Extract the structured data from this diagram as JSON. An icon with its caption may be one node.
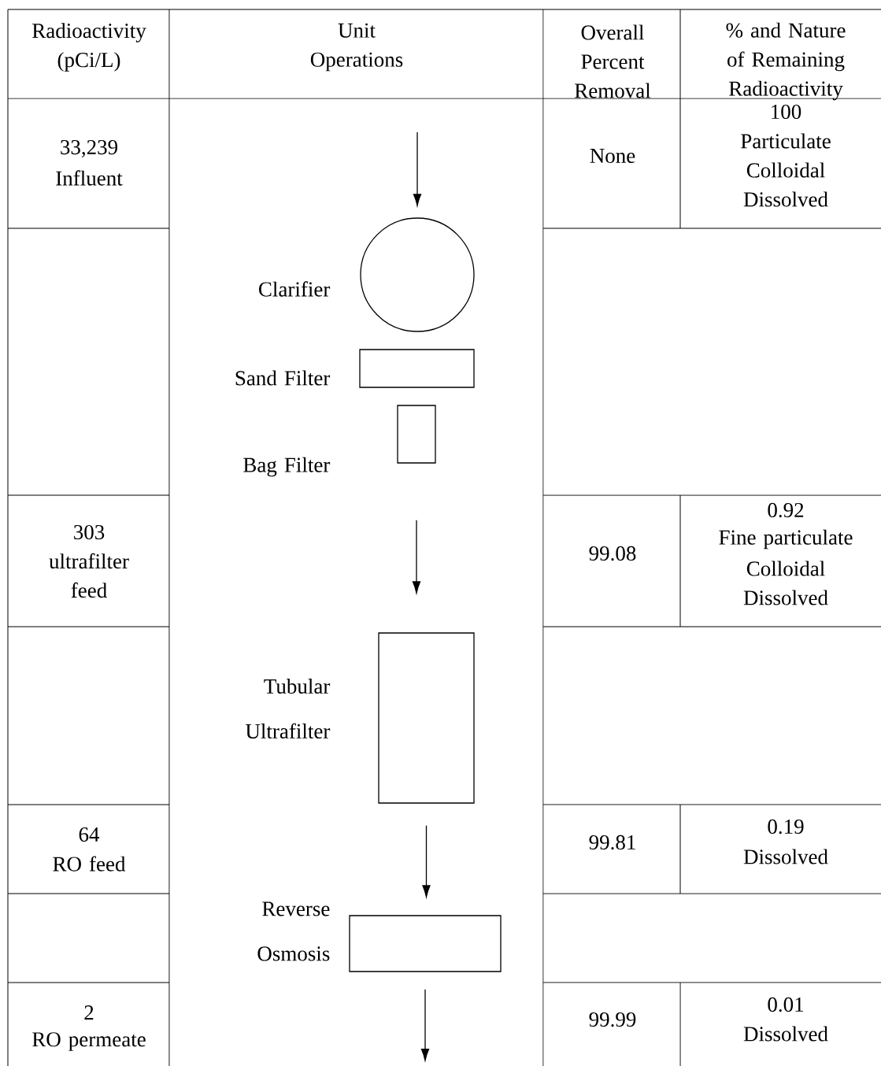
{
  "diagram": {
    "nodes": [
      {
        "text": [],
        "shape": "circle",
        "beside": [
          "Clarifier"
        ]
      },
      {
        "text": [],
        "shape": "box",
        "beside": [
          "Sand Filter"
        ]
      },
      {
        "text": [],
        "shape": "box",
        "beside": [
          "Bag Filter"
        ]
      },
      {
        "text": [],
        "shape": "box",
        "beside": [
          "Tubular Ultrafilter"
        ]
      },
      {
        "text": [],
        "shape": "box",
        "beside": [
          "Reverse Osmosis"
        ]
      }
    ],
    "edges": [
      {
        "from": null,
        "to": 0,
        "arrow": "to"
      },
      {
        "from": 2,
        "to": 3,
        "arrow": "to"
      },
      {
        "from": 3,
        "to": 4,
        "arrow": "to"
      },
      {
        "from": 4,
        "to": null,
        "arrow": "to"
      }
    ],
    "labels": [
      "Radioactivity (pCi/L)",
      "Unit Operations",
      "Overall Percent Removal",
      "% and Nature of Remaining Radioactivity",
      "33,239",
      "Influent",
      "None",
      "100",
      "Particulate",
      "Colloidal",
      "Dissolved",
      "303",
      "ultrafilter feed",
      "99.08",
      "0.92",
      "Fine particulate",
      "Colloidal",
      "Dissolved",
      "64",
      "RO feed",
      "99.81",
      "0.19",
      "Dissolved",
      "2",
      "RO permeate",
      "99.99",
      "0.01",
      "Dissolved"
    ]
  }
}
